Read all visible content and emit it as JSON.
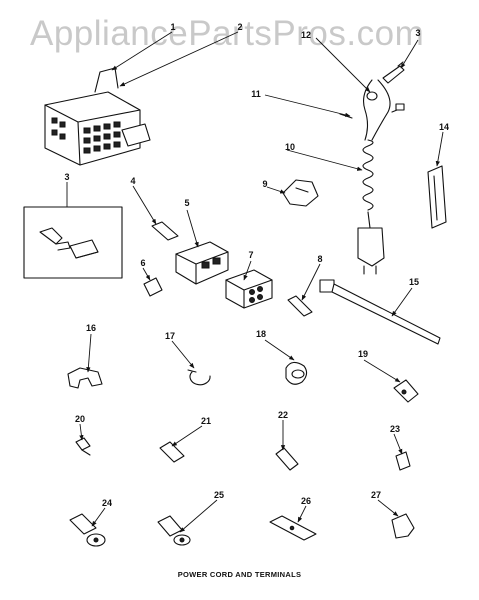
{
  "watermark": "AppliancePartsPros.com",
  "caption": "POWER CORD AND TERMINALS",
  "callouts": [
    "1",
    "2",
    "3",
    "3",
    "4",
    "5",
    "6",
    "7",
    "8",
    "9",
    "10",
    "11",
    "12",
    "14",
    "15",
    "16",
    "17",
    "18",
    "19",
    "20",
    "21",
    "22",
    "23",
    "24",
    "25",
    "26",
    "27"
  ]
}
